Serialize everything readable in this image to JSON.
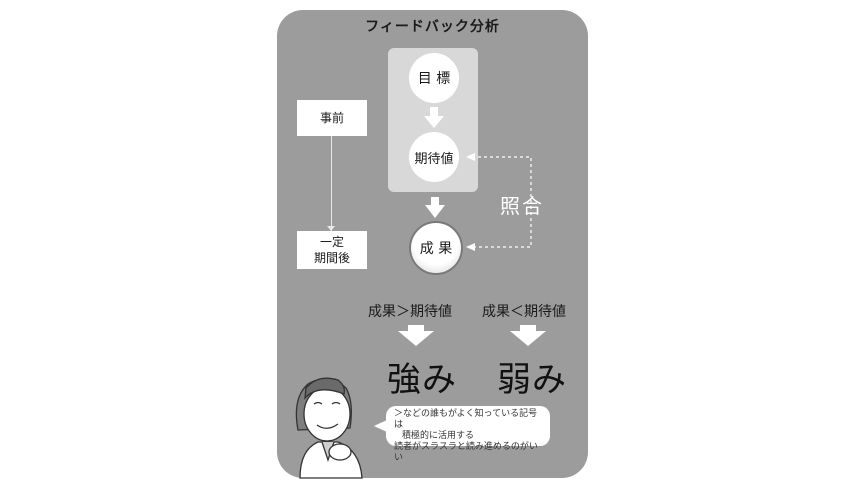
{
  "title": "フィードバック分析",
  "nodes": {
    "goal": "目 標",
    "expectation": "期待値",
    "result": "成 果"
  },
  "timeline": {
    "before": "事前",
    "after_line1": "一定",
    "after_line2": "期間後"
  },
  "compare_label": "照合",
  "outcomes": {
    "left_compare": "成果＞期待値",
    "left_result": "強み",
    "right_compare": "成果＜期待値",
    "right_result": "弱み"
  },
  "speech": {
    "line1": "＞などの誰もがよく知っている記号は",
    "line2": "積極的に活用する",
    "line3": "読者がスラスラと読み進めるのがいい"
  },
  "colors": {
    "card_background": "#9c9c9c",
    "panel_background": "#d8d8d8",
    "node_fill": "#ffffff",
    "text": "#1a1a1a"
  }
}
